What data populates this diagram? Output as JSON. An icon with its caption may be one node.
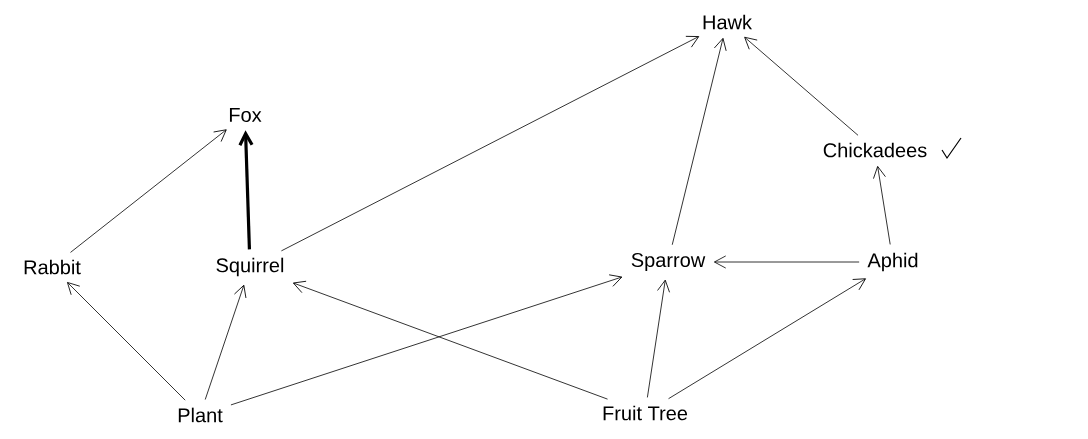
{
  "diagram": {
    "nodes": [
      {
        "text": [
          "Hawk"
        ]
      },
      {
        "text": [
          "Fox"
        ]
      },
      {
        "text": [
          "Chickadees"
        ]
      },
      {
        "text": [
          "Rabbit"
        ]
      },
      {
        "text": [
          "Squirrel"
        ]
      },
      {
        "text": [
          "Sparrow"
        ]
      },
      {
        "text": [
          "Aphid"
        ]
      },
      {
        "text": [
          "Plant"
        ]
      },
      {
        "text": [
          "Fruit Tree"
        ]
      }
    ],
    "edges": [
      {
        "from": 3,
        "to": 1,
        "arrow": "to"
      },
      {
        "from": 4,
        "to": 1,
        "arrow": "to",
        "style": "thick"
      },
      {
        "from": 4,
        "to": 0,
        "arrow": "to"
      },
      {
        "from": 5,
        "to": 0,
        "arrow": "to"
      },
      {
        "from": 2,
        "to": 0,
        "arrow": "to"
      },
      {
        "from": 6,
        "to": 2,
        "arrow": "to"
      },
      {
        "from": 6,
        "to": 5,
        "arrow": "to"
      },
      {
        "from": 7,
        "to": 3,
        "arrow": "to"
      },
      {
        "from": 7,
        "to": 4,
        "arrow": "to"
      },
      {
        "from": 7,
        "to": 5,
        "arrow": "to"
      },
      {
        "from": 8,
        "to": 4,
        "arrow": "to"
      },
      {
        "from": 8,
        "to": 5,
        "arrow": "to"
      },
      {
        "from": 8,
        "to": 6,
        "arrow": "to"
      }
    ]
  }
}
